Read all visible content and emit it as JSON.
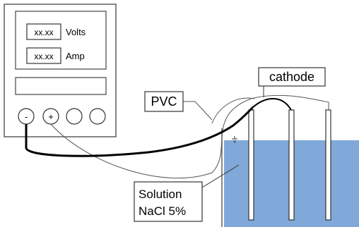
{
  "power_supply": {
    "voltage_reading": "xx.xx",
    "voltage_unit": "Volts",
    "current_reading": "xx.xx",
    "current_unit": "Amp",
    "terminal_negative": "-",
    "terminal_positive": "+"
  },
  "labels": {
    "cathode": "cathode",
    "pvc": "PVC",
    "solution_line1": "Solution",
    "solution_line2": "NaCl 5%"
  },
  "colors": {
    "solution": "#80a8d8",
    "cable": "#000000"
  }
}
